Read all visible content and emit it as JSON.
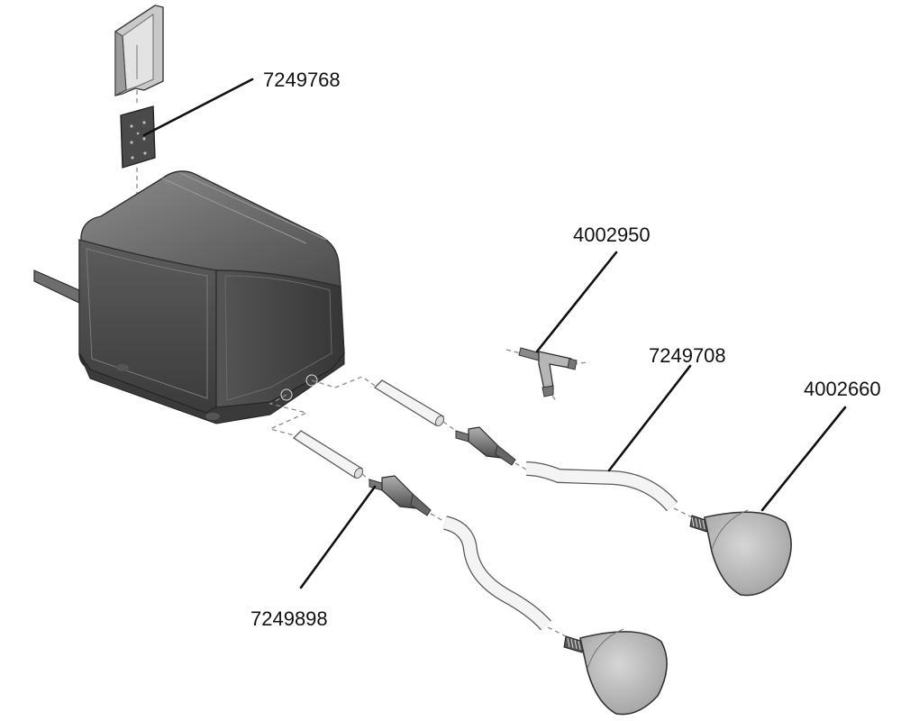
{
  "diagram": {
    "callouts": [
      {
        "id": "wall-bracket",
        "part_number": "7249768"
      },
      {
        "id": "y-connector",
        "part_number": "4002950"
      },
      {
        "id": "air-hose",
        "part_number": "7249708"
      },
      {
        "id": "air-stone",
        "part_number": "4002660"
      },
      {
        "id": "check-valve",
        "part_number": "7249898"
      }
    ]
  }
}
